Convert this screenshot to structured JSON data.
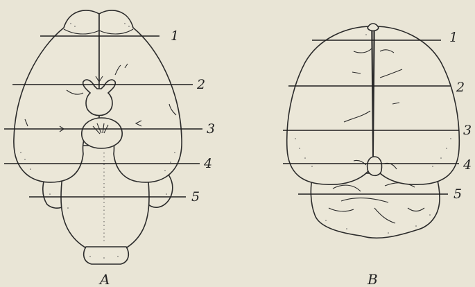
{
  "figure": {
    "panel_a_label": "A",
    "panel_b_label": "B",
    "panel_a_levels": [
      "1",
      "2",
      "3",
      "4",
      "5"
    ],
    "panel_b_levels": [
      "1",
      "2",
      "3",
      "4",
      "5"
    ],
    "colors": {
      "paper": "#e9e5d6",
      "ink": "#2b2b2b"
    }
  }
}
